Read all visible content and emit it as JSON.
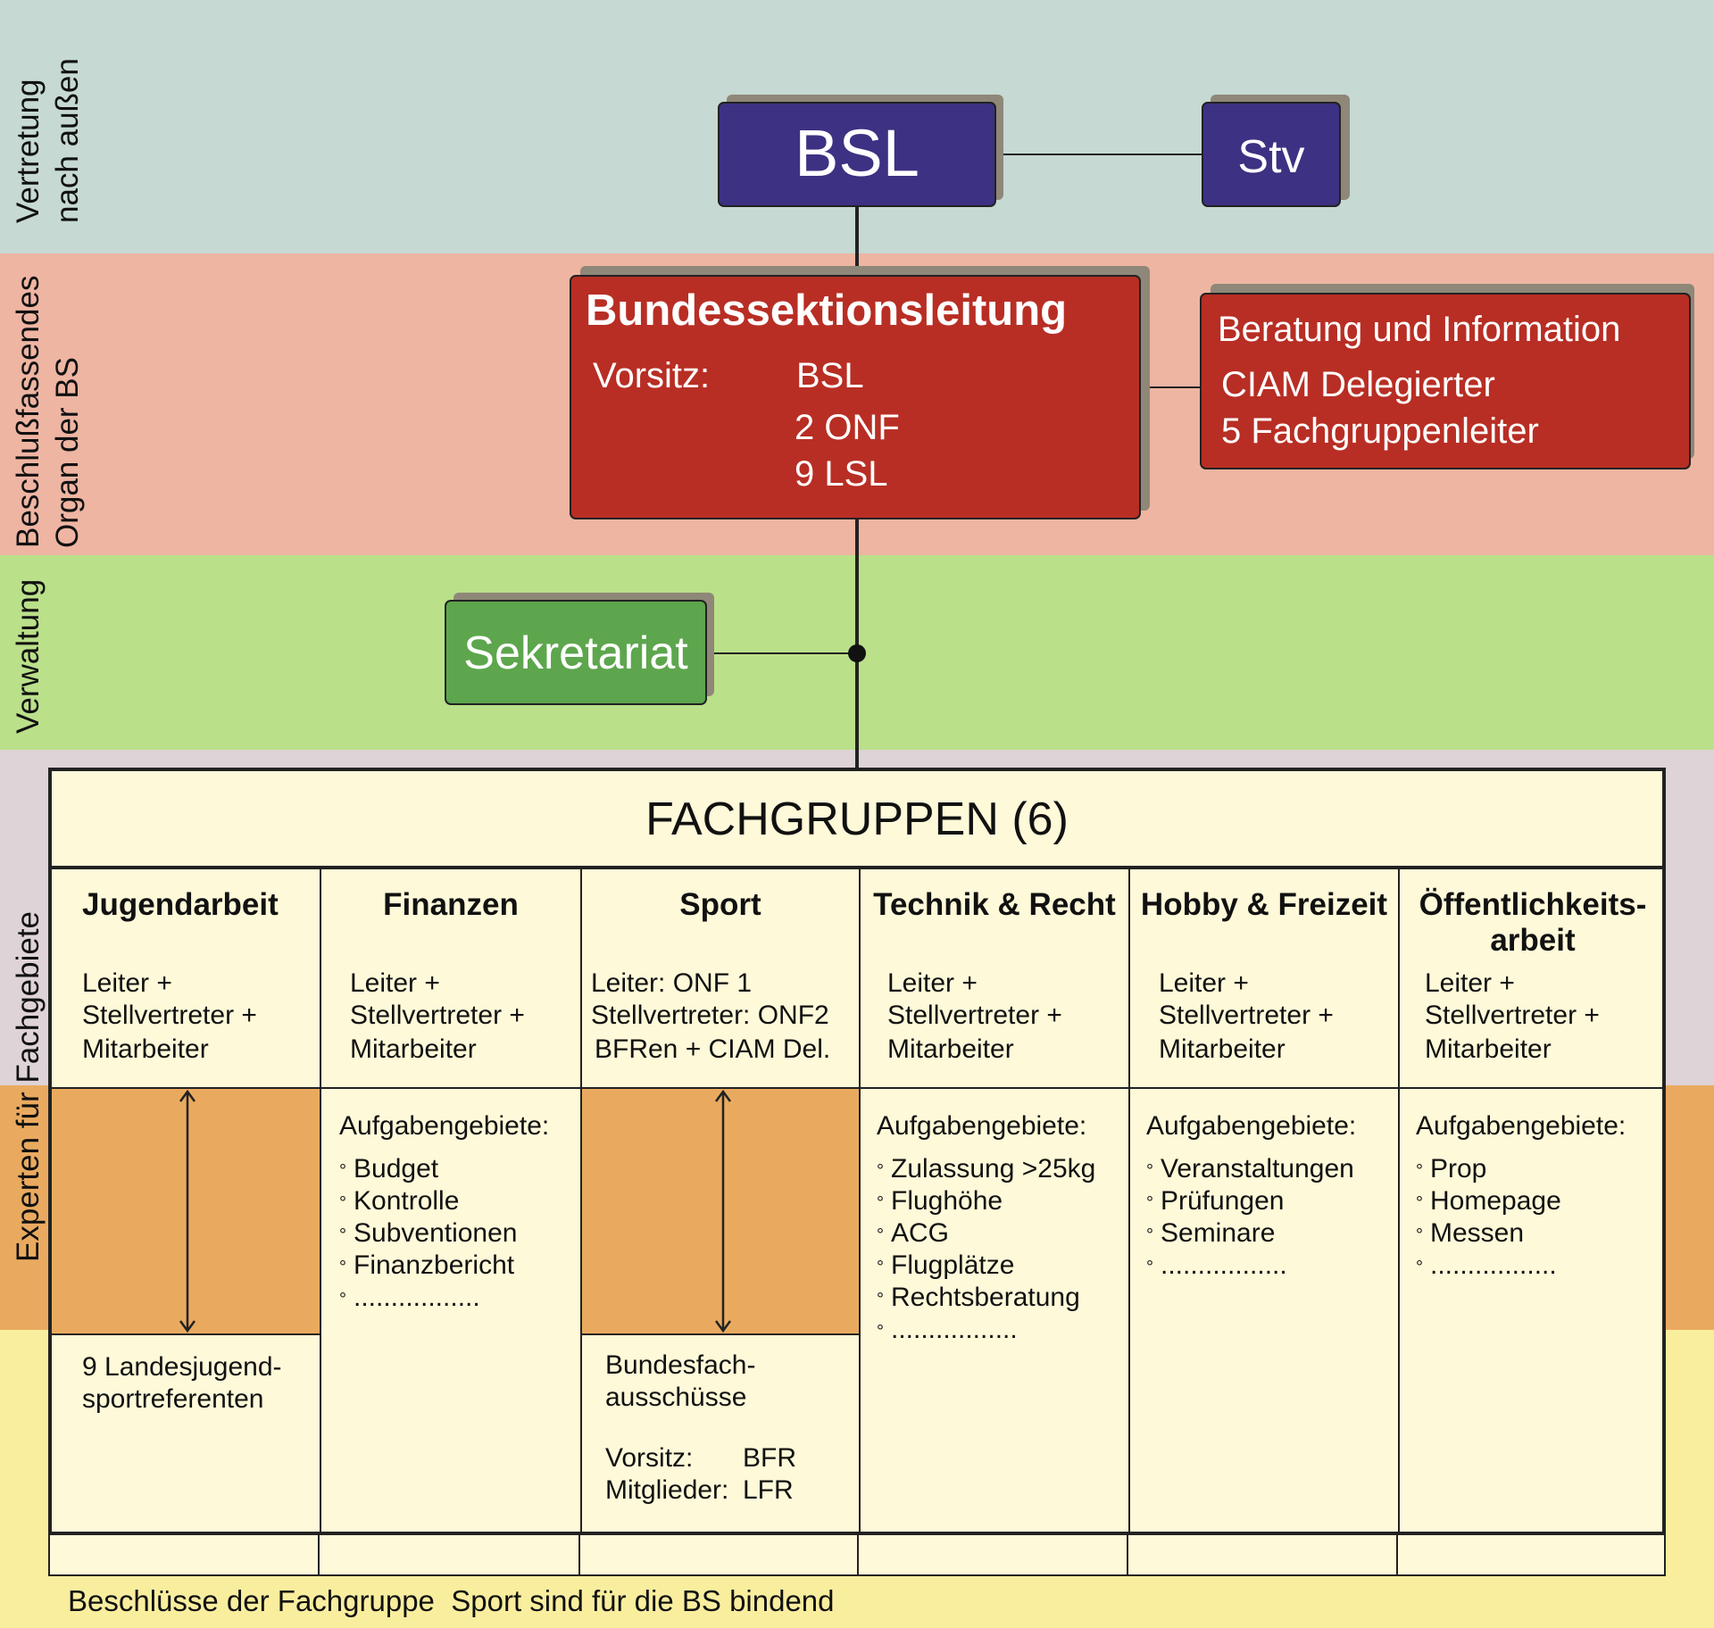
{
  "colors": {
    "band_outside": "#c6d9d2",
    "band_board": "#eeb5a2",
    "band_admin": "#bae08a",
    "band_experts_top": "#ded3d7",
    "band_experts_mid": "#e9aa60",
    "band_bottom": "#f9ee9e",
    "blue_box": "#3d3183",
    "red_box": "#b82e24",
    "green_box": "#5da64d",
    "cream": "#fef9d9"
  },
  "bands": {
    "outside": "Vertretung\nnach außen",
    "board": "Beschlußfassendes\nOrgan der BS",
    "admin": "Verwaltung",
    "experts": "Experten für Fachgebiete"
  },
  "top": {
    "bsl": "BSL",
    "stv": "Stv"
  },
  "board": {
    "title": "Bundessektionsleitung",
    "chair_label": "Vorsitz:",
    "chair_value": "BSL",
    "member1": "2 ONF",
    "member2": "9 LSL",
    "advisory_title": "Beratung und Information",
    "advisory_line1": "CIAM Delegierter",
    "advisory_line2": "5 Fachgruppenleiter"
  },
  "admin": {
    "secretariat": "Sekretariat"
  },
  "fachgruppen": {
    "header": "FACHGRUPPEN (6)",
    "columns": [
      {
        "title": "Jugendarbeit",
        "lines": [
          "Leiter +",
          "Stellvertreter +",
          "Mitarbeiter"
        ],
        "tasks_label": "",
        "tasks": []
      },
      {
        "title": "Finanzen",
        "lines": [
          "Leiter +",
          "Stellvertreter +",
          "Mitarbeiter"
        ],
        "tasks_label": "Aufgabengebiete:",
        "tasks": [
          "Budget",
          "Kontrolle",
          "Subventionen",
          "Finanzbericht",
          "................."
        ]
      },
      {
        "title": "Sport",
        "lines": [
          "Leiter: ONF 1",
          "Stellvertreter: ONF2",
          "BFRen + CIAM Del."
        ],
        "tasks_label": "",
        "tasks": []
      },
      {
        "title": "Technik & Recht",
        "lines": [
          "Leiter +",
          "Stellvertreter +",
          "Mitarbeiter"
        ],
        "tasks_label": "Aufgabengebiete:",
        "tasks": [
          "Zulassung >25kg",
          "Flughöhe",
          "ACG",
          "Flugplätze",
          "Rechtsberatung",
          "................."
        ]
      },
      {
        "title": "Hobby & Freizeit",
        "lines": [
          "Leiter +",
          "Stellvertreter +",
          "Mitarbeiter"
        ],
        "tasks_label": "Aufgabengebiete:",
        "tasks": [
          "Veranstaltungen",
          "Prüfungen",
          "Seminare",
          "................."
        ]
      },
      {
        "title": "Öffentlichkeits-\narbeit",
        "lines": [
          "Leiter +",
          "Stellvertreter +",
          "Mitarbeiter"
        ],
        "tasks_label": "Aufgabengebiete:",
        "tasks": [
          "Prop",
          "Homepage",
          "Messen",
          "................."
        ]
      }
    ],
    "youth_sub_line1": "9 Landesjugend-",
    "youth_sub_line2": "sportreferenten",
    "sport_sub_line1": "Bundesfach-",
    "sport_sub_line2": "ausschüsse",
    "sport_chair_label": "Vorsitz:",
    "sport_chair_value": "BFR",
    "sport_members_label": "Mitglieder:",
    "sport_members_value": "LFR"
  },
  "footer": {
    "note": "Beschlüsse der Fachgruppe  Sport sind für die BS bindend"
  }
}
